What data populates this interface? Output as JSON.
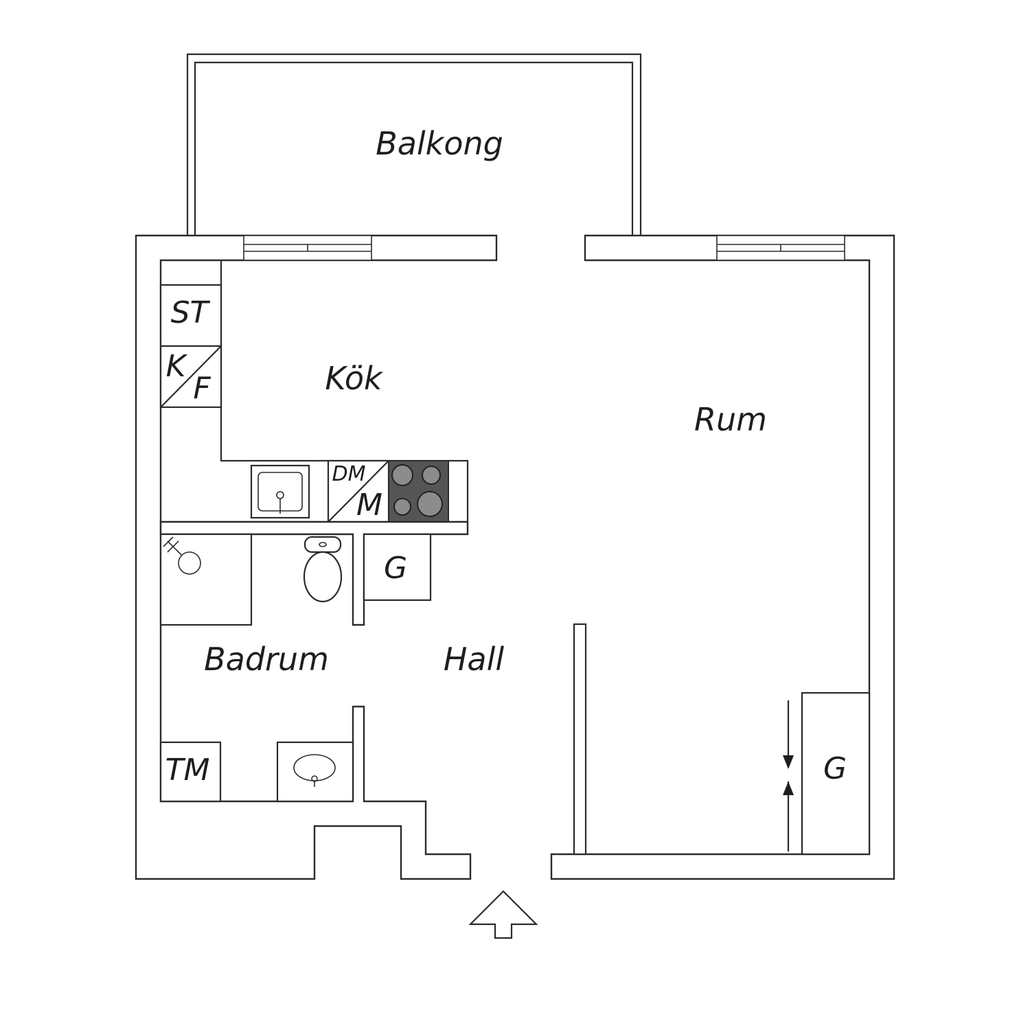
{
  "colors": {
    "line": "#2b2b2b",
    "background": "#ffffff",
    "hob": "#555555",
    "burner": "#8c8c8c"
  },
  "rooms": {
    "balcony": "Balkong",
    "kitchen": "Kök",
    "living": "Rum",
    "bathroom": "Badrum",
    "hall": "Hall"
  },
  "fixtures": {
    "fridge": "ST",
    "fridge_freezer_top": "K",
    "fridge_freezer_bottom": "F",
    "dishwasher_top": "DM",
    "dishwasher_bottom": "M",
    "washer": "TM",
    "closet_hall": "G",
    "closet_room": "G"
  },
  "icons": {
    "entrance": "entrance-arrow-icon",
    "sink": "kitchen-sink-icon",
    "hob": "stove-hob-icon",
    "toilet": "toilet-icon",
    "shower": "shower-head-icon",
    "basin": "wash-basin-icon",
    "door_marker": "sliding-door-arrows-icon"
  }
}
